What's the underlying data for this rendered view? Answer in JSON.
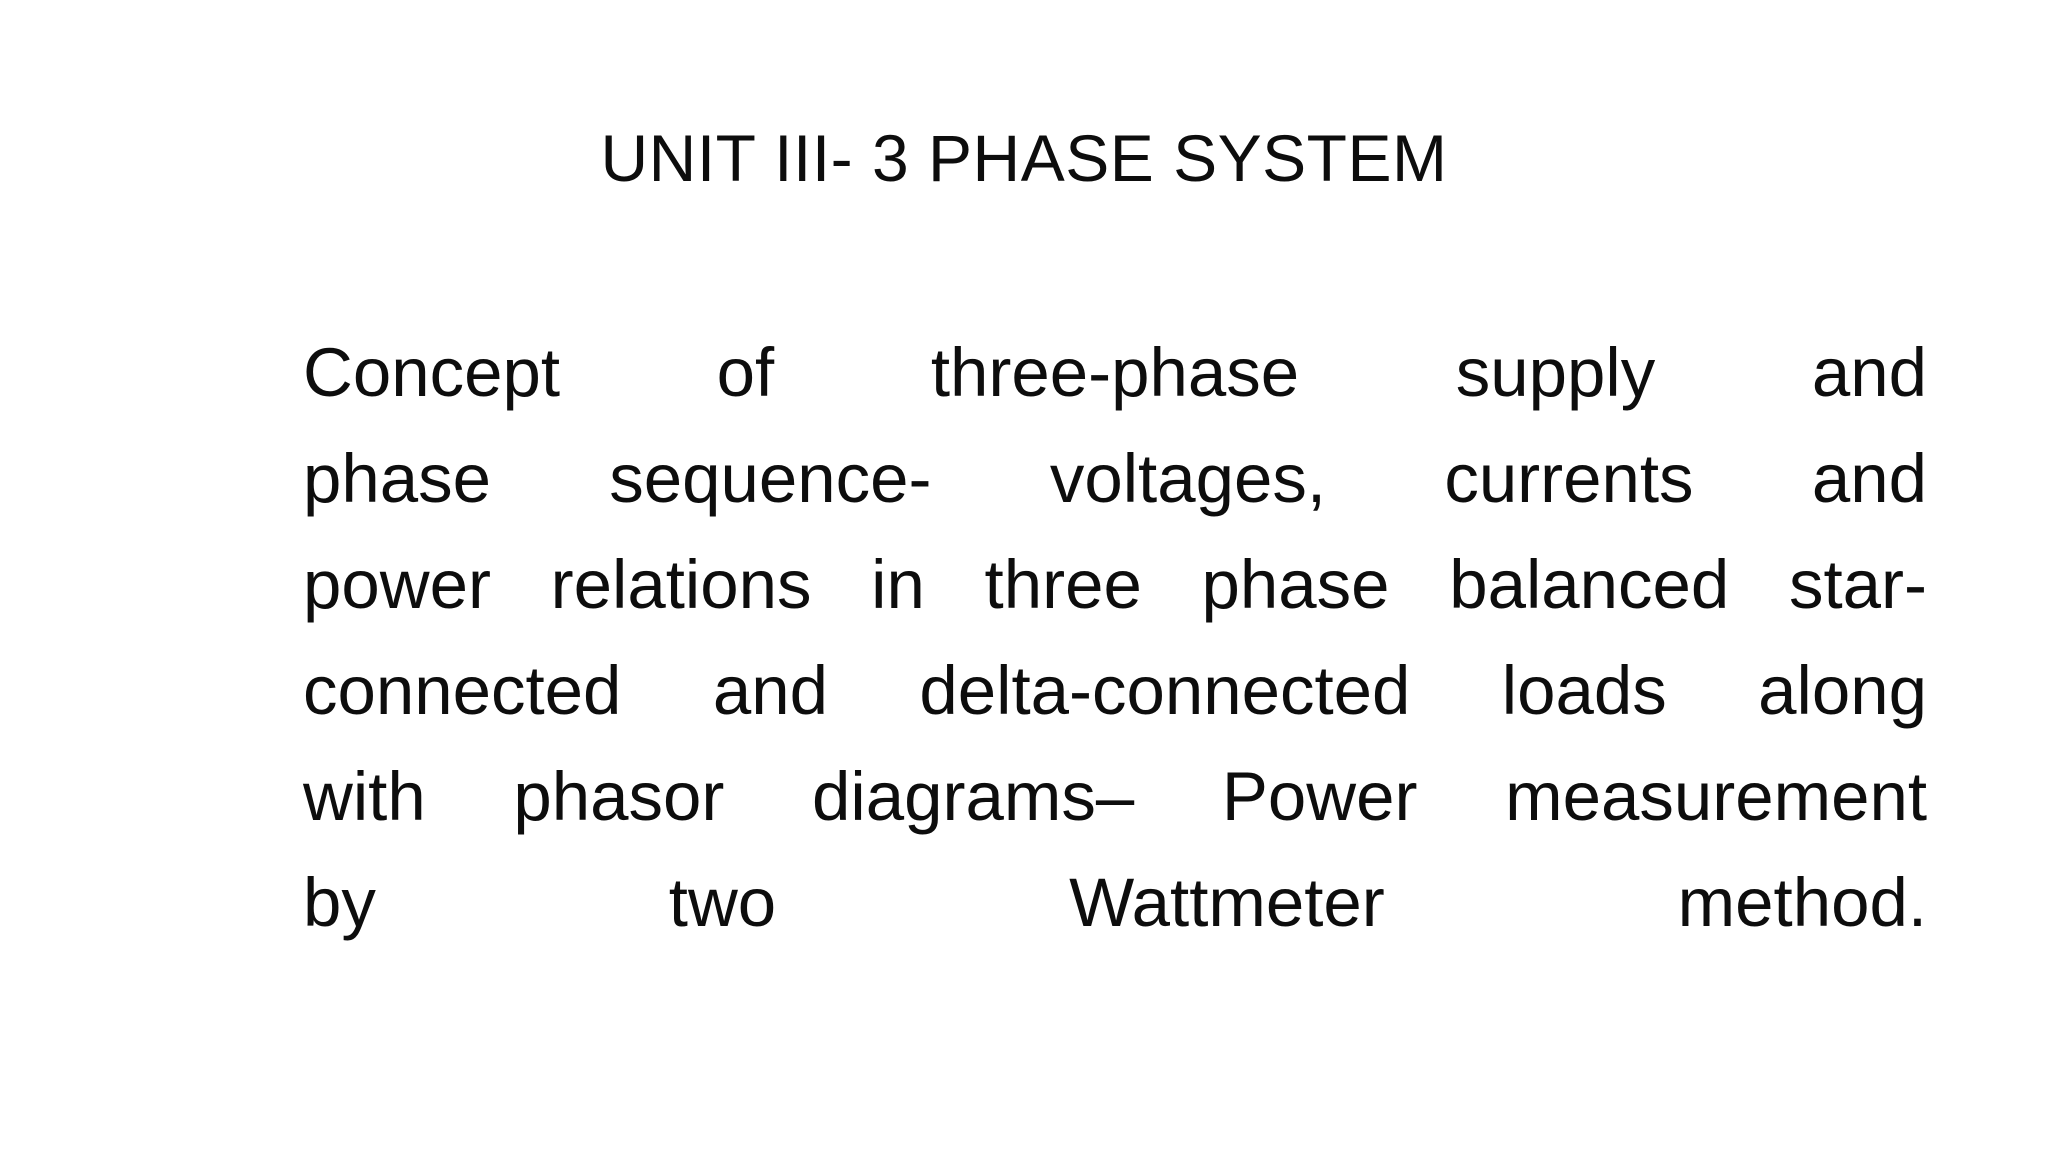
{
  "slide": {
    "background_color": "#ffffff",
    "text_color": "#0d0d0d",
    "title": "UNIT III- 3 PHASE SYSTEM",
    "body_full_text": "Concept of three-phase supply and phase sequence- voltages, currents and power relations in three phase balanced star-connected and delta-connected loads along with phasor diagrams– Power measurement by two Wattmeter method.",
    "body_lines": [
      "Concept of three-phase supply and",
      "phase sequence- voltages, currents and",
      "power relations in three phase balanced star-",
      "connected and delta-connected loads along",
      "with phasor diagrams– Power measurement",
      "by two Wattmeter method."
    ],
    "alignment": {
      "title": "center",
      "body": "justify"
    }
  }
}
